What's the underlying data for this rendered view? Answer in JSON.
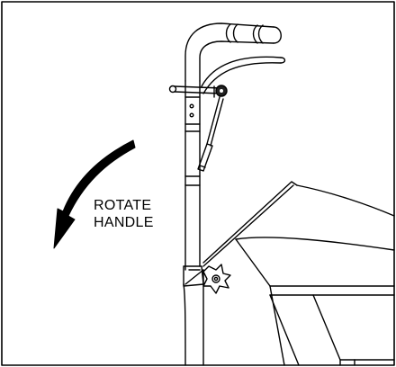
{
  "figure": {
    "callout": {
      "line1": "ROTATE",
      "line2": "HANDLE"
    },
    "colors": {
      "ink": "#000000",
      "paper": "#ffffff",
      "shade": "#222222"
    },
    "icons": {
      "rotation_arrow": "curved-arrow-counterclockwise",
      "knob": "star-knob",
      "pivot": "pivot-bolt"
    }
  }
}
